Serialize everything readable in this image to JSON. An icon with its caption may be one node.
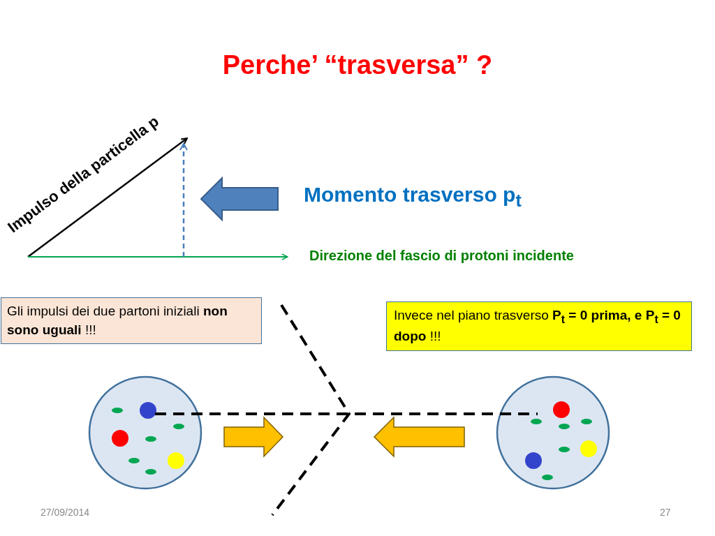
{
  "diagram": {
    "title": "Perche’ “trasversa” ?",
    "nodes": [
      {
        "text": [
          "Gli impulsi dei due partoni iniziali **non sono uguali** !!!"
        ]
      },
      {
        "text": [
          "Invece nel piano trasverso **P$_{t}$ = 0 prima,** **e P$_{t}$ = 0 dopo** !!!"
        ]
      }
    ],
    "labels": [
      "Impulso della particella p",
      "Momento trasverso p$_{t}$",
      "Direzione del fascio di protoni incidente",
      "27/09/2014",
      "27"
    ]
  }
}
